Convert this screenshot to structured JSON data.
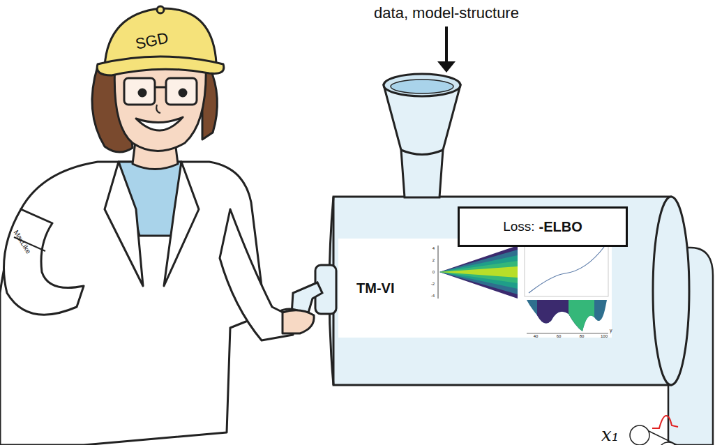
{
  "diagram": {
    "nodes": [
      {
        "text": [
          "Loss:",
          "-ELBO"
        ]
      },
      {
        "text": [
          "TM-VI"
        ]
      }
    ],
    "labels": [
      "data, model-structure",
      "SGD",
      "MaxLike",
      "4",
      "2",
      "0",
      "-2",
      "-4",
      "40",
      "60",
      "80",
      "100",
      "y",
      "x₁"
    ]
  }
}
